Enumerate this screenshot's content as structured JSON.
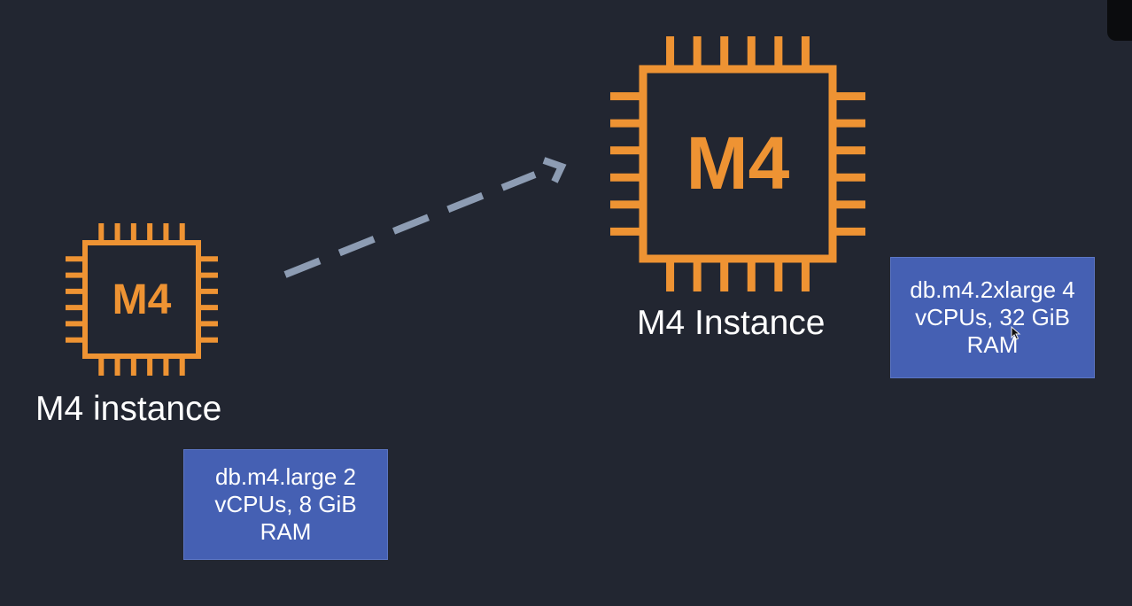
{
  "diagram": {
    "small_instance": {
      "chip_label": "M4",
      "caption": "M4 instance",
      "spec_lines": [
        "db.m4.large 2",
        "vCPUs, 8 GiB",
        "RAM"
      ]
    },
    "large_instance": {
      "chip_label": "M4",
      "caption": "M4 Instance",
      "spec_lines": [
        "db.m4.2xlarge 4",
        "vCPUs, 32 GiB",
        "RAM"
      ]
    }
  },
  "colors": {
    "background": "#222631",
    "chip": "#ee9333",
    "spec_box": "#4560b3",
    "arrow": "#8d9cb3",
    "text": "#ffffff"
  },
  "icons": {
    "chip": "processor-chip-icon",
    "arrow": "dashed-arrow-icon",
    "cursor": "mouse-cursor-icon"
  }
}
